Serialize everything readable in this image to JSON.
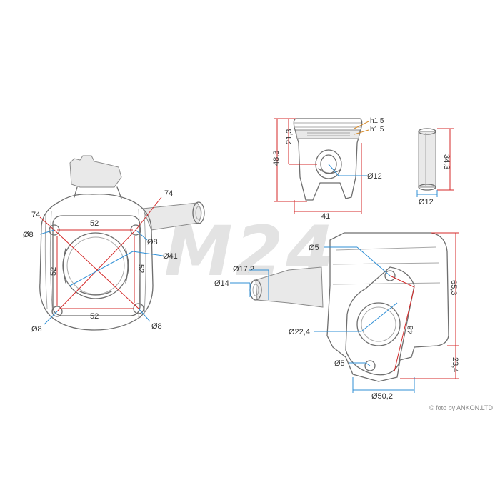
{
  "watermark": "M24",
  "credit": "© foto by ANKON.LTD",
  "cylinder_front": {
    "width_74_top": "74",
    "width_74_left": "74",
    "bolt_spacing_top": "52",
    "bolt_spacing_bottom": "52",
    "bolt_spacing_left": "52",
    "bolt_spacing_right": "52",
    "hole_top_left": "Ø8",
    "hole_top_right": "Ø8",
    "hole_bottom_left": "Ø8",
    "hole_bottom_right": "Ø8",
    "bore": "Ø41"
  },
  "piston": {
    "ring_1": "h1,5",
    "ring_2": "h1,5",
    "top_to_pin": "21,3",
    "height": "48,3",
    "pin_bore": "Ø12",
    "diameter": "41"
  },
  "pin": {
    "length": "34,3",
    "diameter": "Ø12"
  },
  "cylinder_side": {
    "port_top": "Ø5",
    "port_bottom": "Ø5",
    "outlet_outer": "Ø17,2",
    "outlet_inner": "Ø14",
    "flange_bore": "Ø22,4",
    "flange_spacing": "48",
    "height": "65,3",
    "flange_height": "23,4",
    "base_diameter": "Ø50,2"
  }
}
